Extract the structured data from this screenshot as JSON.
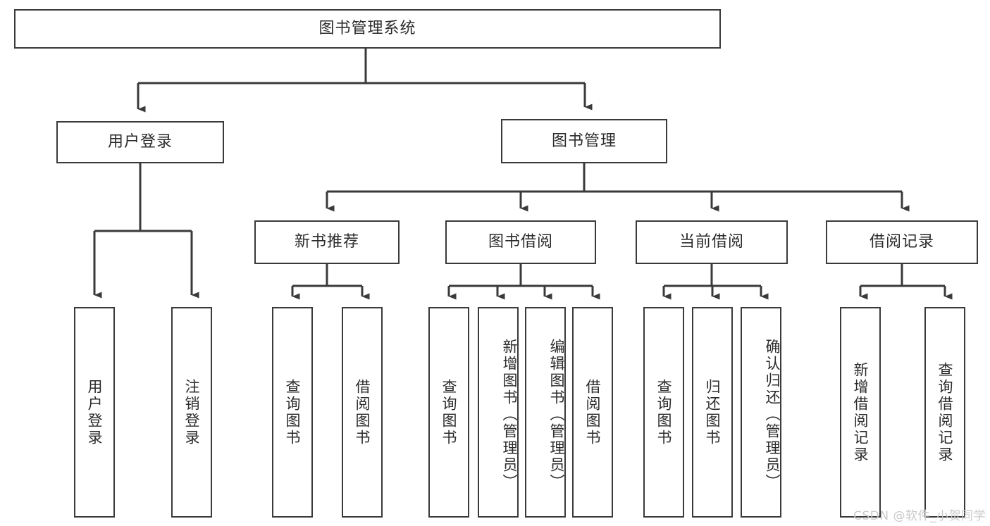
{
  "diagram": {
    "type": "tree-hierarchy",
    "orientation": "top-down",
    "root": {
      "id": "root",
      "label": "图书管理系统"
    },
    "level2": [
      {
        "id": "user-login",
        "label": "用户登录"
      },
      {
        "id": "book-manage",
        "label": "图书管理"
      }
    ],
    "level3": [
      {
        "id": "new-book-rec",
        "label": "新书推荐",
        "parent": "book-manage"
      },
      {
        "id": "book-borrow",
        "label": "图书借阅",
        "parent": "book-manage"
      },
      {
        "id": "current-borrow",
        "label": "当前借阅",
        "parent": "book-manage"
      },
      {
        "id": "borrow-record",
        "label": "借阅记录",
        "parent": "book-manage"
      }
    ],
    "leaves": [
      {
        "id": "leaf-user-login",
        "label": "用户登录",
        "parent": "user-login"
      },
      {
        "id": "leaf-logout",
        "label": "注销登录",
        "parent": "user-login"
      },
      {
        "id": "leaf-query-book-1",
        "label": "查询图书",
        "parent": "new-book-rec"
      },
      {
        "id": "leaf-borrow-book-1",
        "label": "借阅图书",
        "parent": "new-book-rec"
      },
      {
        "id": "leaf-query-book-2",
        "label": "查询图书",
        "parent": "book-borrow"
      },
      {
        "id": "leaf-add-book",
        "label": "新增图书（管理员）",
        "parent": "book-borrow"
      },
      {
        "id": "leaf-edit-book",
        "label": "编辑图书（管理员）",
        "parent": "book-borrow"
      },
      {
        "id": "leaf-borrow-book-2",
        "label": "借阅图书",
        "parent": "book-borrow"
      },
      {
        "id": "leaf-query-book-3",
        "label": "查询图书",
        "parent": "current-borrow"
      },
      {
        "id": "leaf-return-book",
        "label": "归还图书",
        "parent": "current-borrow"
      },
      {
        "id": "leaf-confirm-return",
        "label": "确认归还（管理员）",
        "parent": "current-borrow"
      },
      {
        "id": "leaf-add-record",
        "label": "新增借阅记录",
        "parent": "borrow-record"
      },
      {
        "id": "leaf-query-record",
        "label": "查询借阅记录",
        "parent": "borrow-record"
      }
    ],
    "colors": {
      "stroke": "#3a3a3a",
      "fill": "#ffffff",
      "text": "#2b2b2b",
      "watermark": "#c9c9c9"
    }
  },
  "watermark": {
    "text": "CSDN @软件_小贺同学"
  }
}
